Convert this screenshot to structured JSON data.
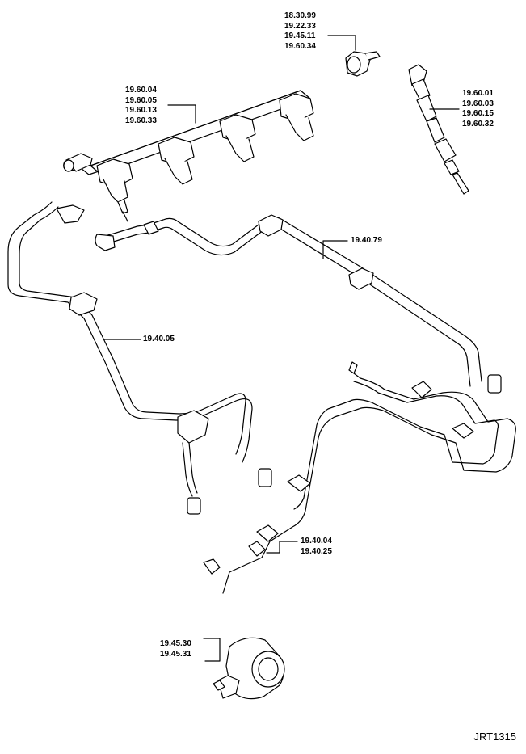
{
  "drawing_id": "JRT1315",
  "callouts": {
    "sensor_top": [
      "18.30.99",
      "19.22.33",
      "19.45.11",
      "19.60.34"
    ],
    "fuel_rail": [
      "19.60.04",
      "19.60.05",
      "19.60.13",
      "19.60.33"
    ],
    "injector": [
      "19.60.01",
      "19.60.03",
      "19.60.15",
      "19.60.32"
    ],
    "pipe_upper": [
      "19.40.79"
    ],
    "pipe_left": [
      "19.40.05"
    ],
    "pipe_lower": [
      "19.40.04",
      "19.40.25"
    ],
    "pump": [
      "19.45.30",
      "19.45.31"
    ]
  }
}
